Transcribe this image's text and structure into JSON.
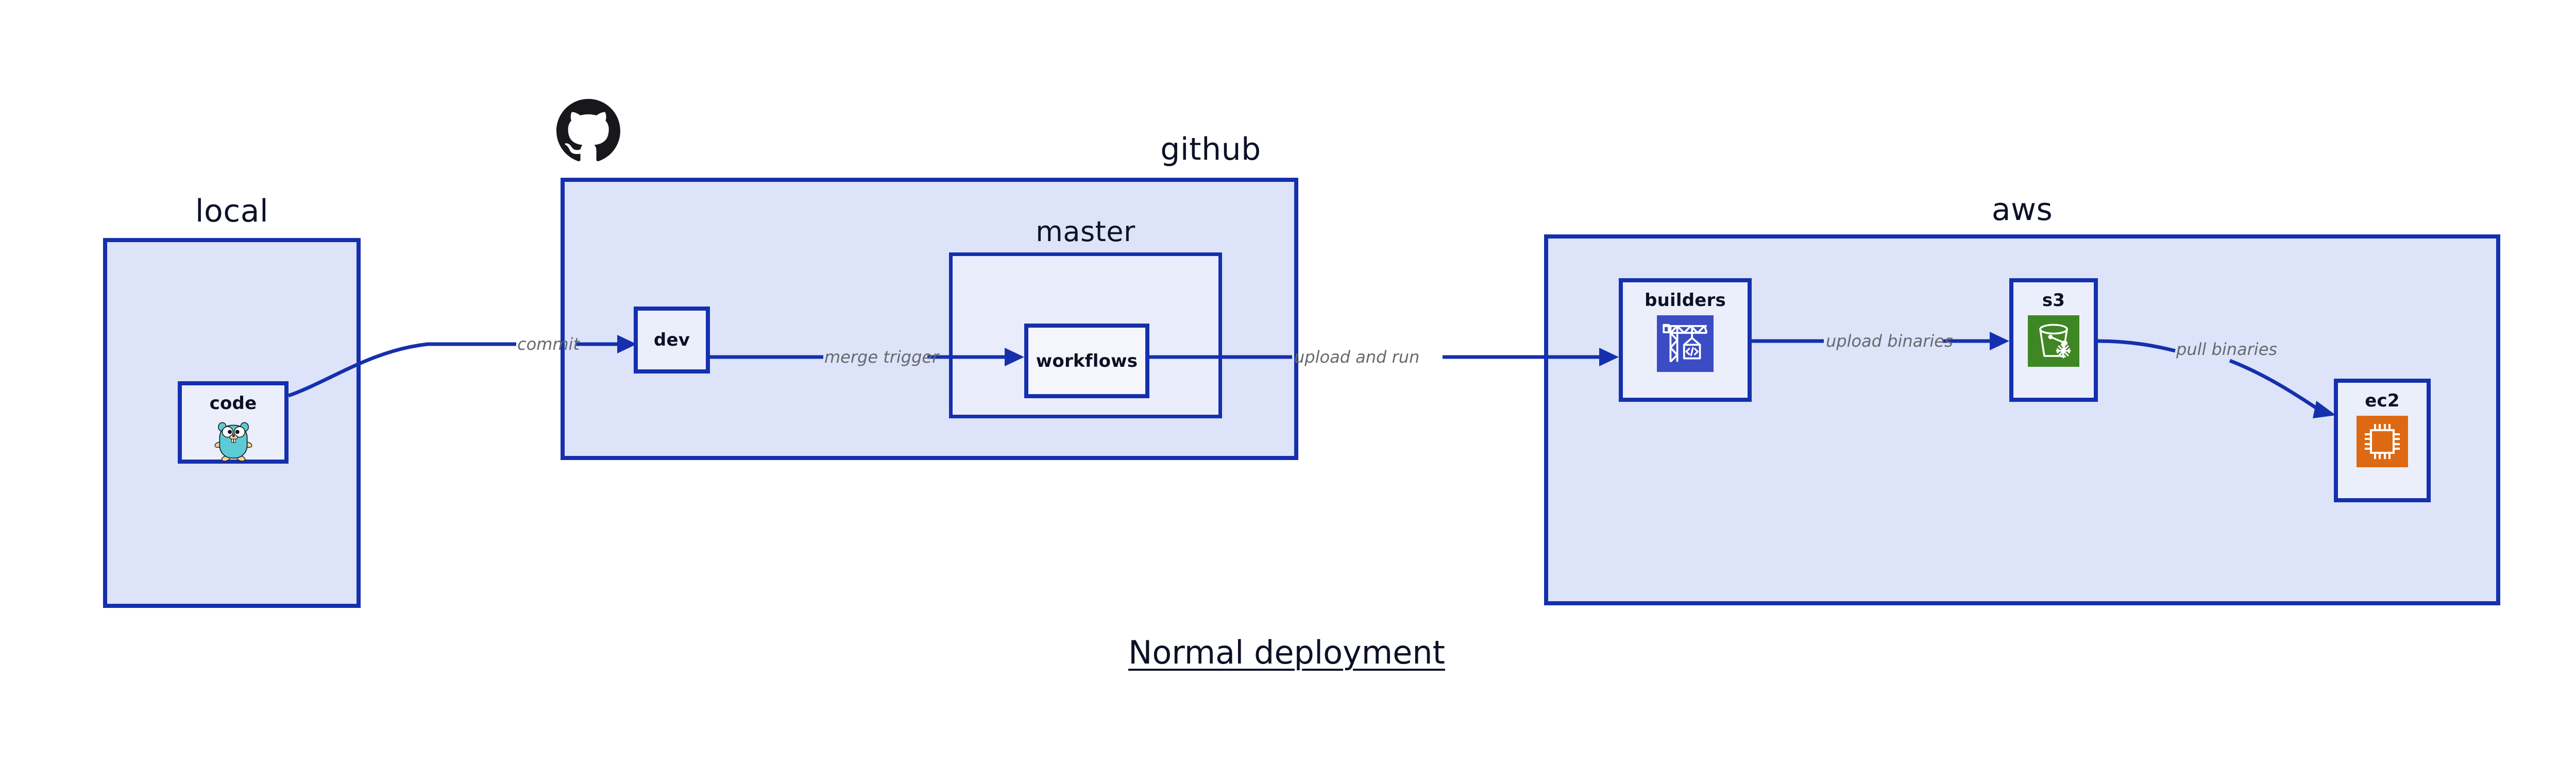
{
  "title": "Normal deployment",
  "colors": {
    "group_border": "#1530ad",
    "group_fill": "#dde3f8",
    "node_fill": "#ebeffc",
    "edge": "#1530ad",
    "edge_label": "#66696e",
    "text": "#0d1126",
    "builders_icon_bg": "#3c4cc4",
    "s3_icon_bg": "#3f8624",
    "ec2_icon_bg": "#dd6a12",
    "gopher_body": "#5bcbd6",
    "github_logo": "#17181b"
  },
  "groups": [
    {
      "id": "local",
      "label": "local"
    },
    {
      "id": "github",
      "label": "github"
    },
    {
      "id": "aws",
      "label": "aws"
    }
  ],
  "subgroups": [
    {
      "id": "master",
      "label": "master",
      "parent": "github"
    }
  ],
  "nodes": [
    {
      "id": "code",
      "label": "code",
      "icon": "go-gopher-icon",
      "parent": "local"
    },
    {
      "id": "dev",
      "label": "dev",
      "icon": null,
      "parent": "github"
    },
    {
      "id": "workflows",
      "label": "workflows",
      "icon": null,
      "parent": "master"
    },
    {
      "id": "builders",
      "label": "builders",
      "icon": "crane-code-icon",
      "parent": "aws"
    },
    {
      "id": "s3",
      "label": "s3",
      "icon": "s3-bucket-icon",
      "parent": "aws"
    },
    {
      "id": "ec2",
      "label": "ec2",
      "icon": "cpu-chip-icon",
      "parent": "aws"
    }
  ],
  "edges": [
    {
      "id": "commit",
      "label": "commit",
      "from": "code",
      "to": "dev"
    },
    {
      "id": "merge-trigger",
      "label": "merge trigger",
      "from": "dev",
      "to": "workflows"
    },
    {
      "id": "upload-and-run",
      "label": "upload and run",
      "from": "workflows",
      "to": "builders"
    },
    {
      "id": "upload-binaries",
      "label": "upload binaries",
      "from": "builders",
      "to": "s3"
    },
    {
      "id": "pull-binaries",
      "label": "pull binaries",
      "from": "s3",
      "to": "ec2"
    }
  ],
  "logos": [
    {
      "id": "github-logo",
      "name": "github-octocat-logo"
    }
  ]
}
